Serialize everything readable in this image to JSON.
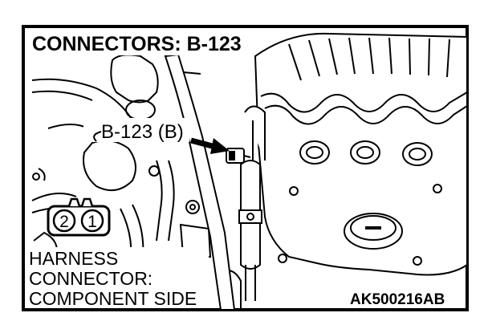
{
  "diagram": {
    "title": "CONNECTORS: B-123",
    "callout": "B-123 (B)",
    "harness_lines": [
      "HARNESS",
      "CONNECTOR:",
      "COMPONENT SIDE"
    ],
    "connector_pins": [
      "2",
      "1"
    ],
    "figure_code": "AK500216AB"
  },
  "colors": {
    "ink": "#000000",
    "paper": "#ffffff"
  }
}
